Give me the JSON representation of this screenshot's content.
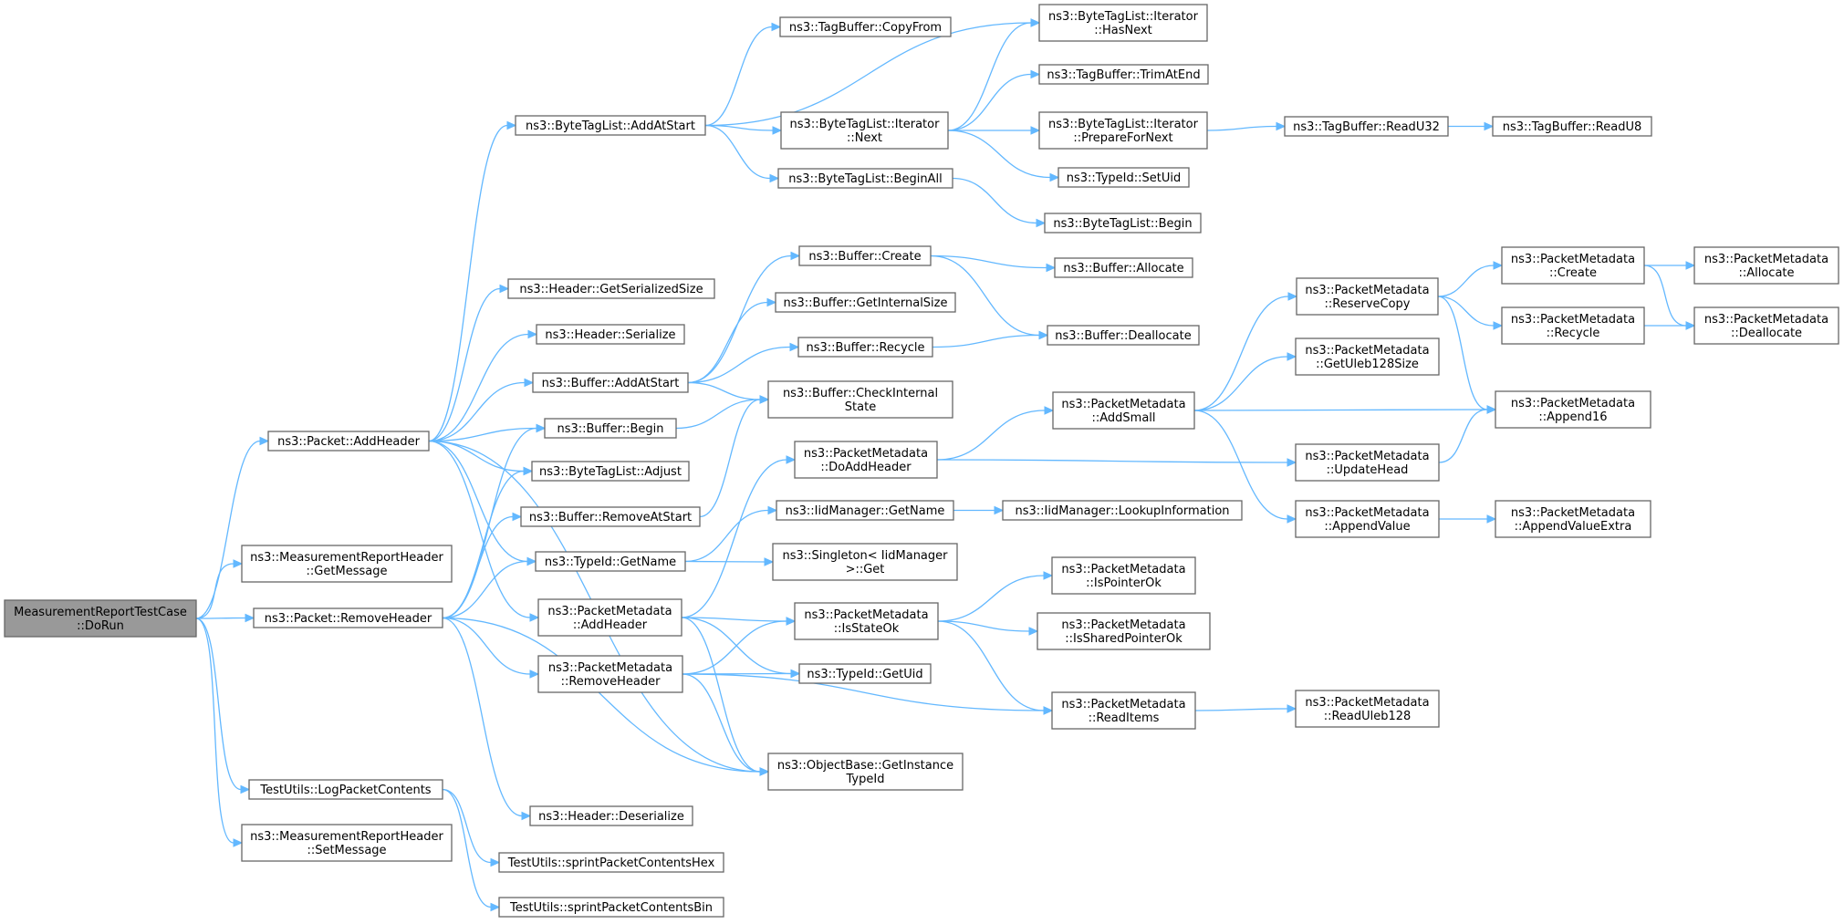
{
  "graph": {
    "edge_color": "#63b8ff",
    "node_border_color": "#666666",
    "root_fill_color": "#999999",
    "nodes": [
      {
        "id": "n0",
        "lines": [
          "MeasurementReportTestCase",
          "::DoRun"
        ],
        "root": true
      },
      {
        "id": "n1",
        "lines": [
          "ns3::Packet::AddHeader"
        ]
      },
      {
        "id": "n2",
        "lines": [
          "ns3::MeasurementReportHeader",
          "::GetMessage"
        ]
      },
      {
        "id": "n3",
        "lines": [
          "ns3::Packet::RemoveHeader"
        ]
      },
      {
        "id": "n4",
        "lines": [
          "TestUtils::LogPacketContents"
        ]
      },
      {
        "id": "n5",
        "lines": [
          "ns3::MeasurementReportHeader",
          "::SetMessage"
        ]
      },
      {
        "id": "n6",
        "lines": [
          "ns3::ByteTagList::AddAtStart"
        ]
      },
      {
        "id": "n7",
        "lines": [
          "ns3::Header::GetSerializedSize"
        ]
      },
      {
        "id": "n8",
        "lines": [
          "ns3::Header::Serialize"
        ]
      },
      {
        "id": "n9",
        "lines": [
          "ns3::Buffer::AddAtStart"
        ]
      },
      {
        "id": "n10",
        "lines": [
          "ns3::Buffer::Begin"
        ]
      },
      {
        "id": "n11",
        "lines": [
          "ns3::ByteTagList::Adjust"
        ]
      },
      {
        "id": "n12",
        "lines": [
          "ns3::Buffer::RemoveAtStart"
        ]
      },
      {
        "id": "n13",
        "lines": [
          "ns3::TypeId::GetName"
        ]
      },
      {
        "id": "n14",
        "lines": [
          "ns3::PacketMetadata",
          "::AddHeader"
        ]
      },
      {
        "id": "n15",
        "lines": [
          "ns3::PacketMetadata",
          "::RemoveHeader"
        ]
      },
      {
        "id": "n16",
        "lines": [
          "ns3::Header::Deserialize"
        ]
      },
      {
        "id": "n17",
        "lines": [
          "TestUtils::sprintPacketContentsHex"
        ]
      },
      {
        "id": "n18",
        "lines": [
          "TestUtils::sprintPacketContentsBin"
        ]
      },
      {
        "id": "n19",
        "lines": [
          "ns3::TagBuffer::CopyFrom"
        ]
      },
      {
        "id": "n20",
        "lines": [
          "ns3::ByteTagList::Iterator",
          "::Next"
        ]
      },
      {
        "id": "n21",
        "lines": [
          "ns3::ByteTagList::BeginAll"
        ]
      },
      {
        "id": "n22",
        "lines": [
          "ns3::Buffer::Create"
        ]
      },
      {
        "id": "n23",
        "lines": [
          "ns3::Buffer::GetInternalSize"
        ]
      },
      {
        "id": "n24",
        "lines": [
          "ns3::Buffer::Recycle"
        ]
      },
      {
        "id": "n25",
        "lines": [
          "ns3::Buffer::CheckInternal",
          "State"
        ]
      },
      {
        "id": "n26",
        "lines": [
          "ns3::PacketMetadata",
          "::DoAddHeader"
        ]
      },
      {
        "id": "n27",
        "lines": [
          "ns3::IidManager::GetName"
        ]
      },
      {
        "id": "n28",
        "lines": [
          "ns3::Singleton< IidManager",
          " >::Get"
        ]
      },
      {
        "id": "n29",
        "lines": [
          "ns3::PacketMetadata",
          "::IsStateOk"
        ]
      },
      {
        "id": "n30",
        "lines": [
          "ns3::TypeId::GetUid"
        ]
      },
      {
        "id": "n31",
        "lines": [
          "ns3::ObjectBase::GetInstance",
          "TypeId"
        ]
      },
      {
        "id": "n32",
        "lines": [
          "ns3::ByteTagList::Iterator",
          "::HasNext"
        ]
      },
      {
        "id": "n33",
        "lines": [
          "ns3::TagBuffer::TrimAtEnd"
        ]
      },
      {
        "id": "n34",
        "lines": [
          "ns3::ByteTagList::Iterator",
          "::PrepareForNext"
        ]
      },
      {
        "id": "n35",
        "lines": [
          "ns3::TypeId::SetUid"
        ]
      },
      {
        "id": "n36",
        "lines": [
          "ns3::ByteTagList::Begin"
        ]
      },
      {
        "id": "n37",
        "lines": [
          "ns3::Buffer::Allocate"
        ]
      },
      {
        "id": "n38",
        "lines": [
          "ns3::Buffer::Deallocate"
        ]
      },
      {
        "id": "n39",
        "lines": [
          "ns3::PacketMetadata",
          "::AddSmall"
        ]
      },
      {
        "id": "n40",
        "lines": [
          "ns3::IidManager::LookupInformation"
        ]
      },
      {
        "id": "n41",
        "lines": [
          "ns3::PacketMetadata",
          "::IsPointerOk"
        ]
      },
      {
        "id": "n42",
        "lines": [
          "ns3::PacketMetadata",
          "::IsSharedPointerOk"
        ]
      },
      {
        "id": "n43",
        "lines": [
          "ns3::PacketMetadata",
          "::ReadItems"
        ]
      },
      {
        "id": "n44",
        "lines": [
          "ns3::TagBuffer::ReadU32"
        ]
      },
      {
        "id": "n45",
        "lines": [
          "ns3::PacketMetadata",
          "::ReserveCopy"
        ]
      },
      {
        "id": "n46",
        "lines": [
          "ns3::PacketMetadata",
          "::GetUleb128Size"
        ]
      },
      {
        "id": "n47",
        "lines": [
          "ns3::PacketMetadata",
          "::UpdateHead"
        ]
      },
      {
        "id": "n48",
        "lines": [
          "ns3::PacketMetadata",
          "::AppendValue"
        ]
      },
      {
        "id": "n49",
        "lines": [
          "ns3::PacketMetadata",
          "::ReadUleb128"
        ]
      },
      {
        "id": "n50",
        "lines": [
          "ns3::TagBuffer::ReadU8"
        ]
      },
      {
        "id": "n51",
        "lines": [
          "ns3::PacketMetadata",
          "::Create"
        ]
      },
      {
        "id": "n52",
        "lines": [
          "ns3::PacketMetadata",
          "::Recycle"
        ]
      },
      {
        "id": "n53",
        "lines": [
          "ns3::PacketMetadata",
          "::Append16"
        ]
      },
      {
        "id": "n54",
        "lines": [
          "ns3::PacketMetadata",
          "::AppendValueExtra"
        ]
      },
      {
        "id": "n55",
        "lines": [
          "ns3::PacketMetadata",
          "::Allocate"
        ]
      },
      {
        "id": "n56",
        "lines": [
          "ns3::PacketMetadata",
          "::Deallocate"
        ]
      }
    ],
    "edges": [
      [
        "n0",
        "n1"
      ],
      [
        "n0",
        "n2"
      ],
      [
        "n0",
        "n3"
      ],
      [
        "n0",
        "n4"
      ],
      [
        "n0",
        "n5"
      ],
      [
        "n1",
        "n6"
      ],
      [
        "n1",
        "n7"
      ],
      [
        "n1",
        "n8"
      ],
      [
        "n1",
        "n9"
      ],
      [
        "n1",
        "n10"
      ],
      [
        "n1",
        "n11"
      ],
      [
        "n1",
        "n13"
      ],
      [
        "n1",
        "n14"
      ],
      [
        "n1",
        "n31"
      ],
      [
        "n3",
        "n10"
      ],
      [
        "n3",
        "n11"
      ],
      [
        "n3",
        "n12"
      ],
      [
        "n3",
        "n13"
      ],
      [
        "n3",
        "n15"
      ],
      [
        "n3",
        "n16"
      ],
      [
        "n3",
        "n31"
      ],
      [
        "n4",
        "n17"
      ],
      [
        "n4",
        "n18"
      ],
      [
        "n6",
        "n19"
      ],
      [
        "n6",
        "n20"
      ],
      [
        "n6",
        "n21"
      ],
      [
        "n6",
        "n32"
      ],
      [
        "n9",
        "n22"
      ],
      [
        "n9",
        "n23"
      ],
      [
        "n9",
        "n24"
      ],
      [
        "n9",
        "n25"
      ],
      [
        "n10",
        "n25"
      ],
      [
        "n12",
        "n25"
      ],
      [
        "n13",
        "n27"
      ],
      [
        "n13",
        "n28"
      ],
      [
        "n14",
        "n26"
      ],
      [
        "n14",
        "n29"
      ],
      [
        "n14",
        "n30"
      ],
      [
        "n14",
        "n31"
      ],
      [
        "n15",
        "n29"
      ],
      [
        "n15",
        "n30"
      ],
      [
        "n15",
        "n31"
      ],
      [
        "n15",
        "n43"
      ],
      [
        "n20",
        "n32"
      ],
      [
        "n20",
        "n33"
      ],
      [
        "n20",
        "n34"
      ],
      [
        "n20",
        "n35"
      ],
      [
        "n21",
        "n36"
      ],
      [
        "n22",
        "n37"
      ],
      [
        "n22",
        "n38"
      ],
      [
        "n24",
        "n38"
      ],
      [
        "n26",
        "n39"
      ],
      [
        "n26",
        "n47"
      ],
      [
        "n27",
        "n40"
      ],
      [
        "n29",
        "n41"
      ],
      [
        "n29",
        "n42"
      ],
      [
        "n29",
        "n43"
      ],
      [
        "n34",
        "n44"
      ],
      [
        "n44",
        "n50"
      ],
      [
        "n39",
        "n45"
      ],
      [
        "n39",
        "n46"
      ],
      [
        "n39",
        "n53"
      ],
      [
        "n39",
        "n48"
      ],
      [
        "n43",
        "n49"
      ],
      [
        "n45",
        "n51"
      ],
      [
        "n45",
        "n52"
      ],
      [
        "n45",
        "n53"
      ],
      [
        "n47",
        "n53"
      ],
      [
        "n48",
        "n54"
      ],
      [
        "n51",
        "n55"
      ],
      [
        "n51",
        "n56"
      ],
      [
        "n52",
        "n56"
      ]
    ]
  }
}
